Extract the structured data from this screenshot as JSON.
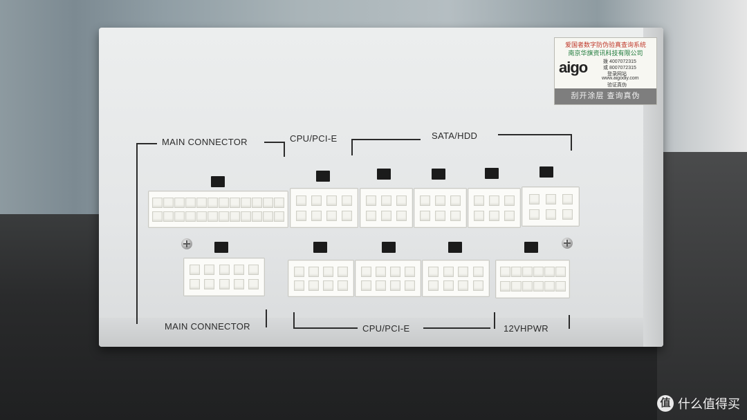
{
  "labels": {
    "main_connector_top": "MAIN CONNECTOR",
    "cpu_pcie_top": "CPU/PCI-E",
    "sata_hdd": "SATA/HDD",
    "main_connector_bottom": "MAIN CONNECTOR",
    "cpu_pcie_bottom": "CPU/PCI-E",
    "vhpwr": "12VHPWR"
  },
  "sticker": {
    "line1": "爱国者数字防伪验真查询系统",
    "line2": "南京华旗资讯科技有限公司",
    "brand": "aigo",
    "phone_a": "拨 4007072315",
    "phone_b": "或 8007072315",
    "web_label": "登录网站",
    "website": "www.aigodiy.com",
    "verify": "验证真伪",
    "foot": "刮开涂层 查询真伪"
  },
  "watermark": {
    "logo": "值",
    "text": "什么值得买"
  },
  "colors": {
    "panel": "#e6e8e9",
    "sticker_red": "#c0392b",
    "sticker_green": "#1e7a3a"
  }
}
